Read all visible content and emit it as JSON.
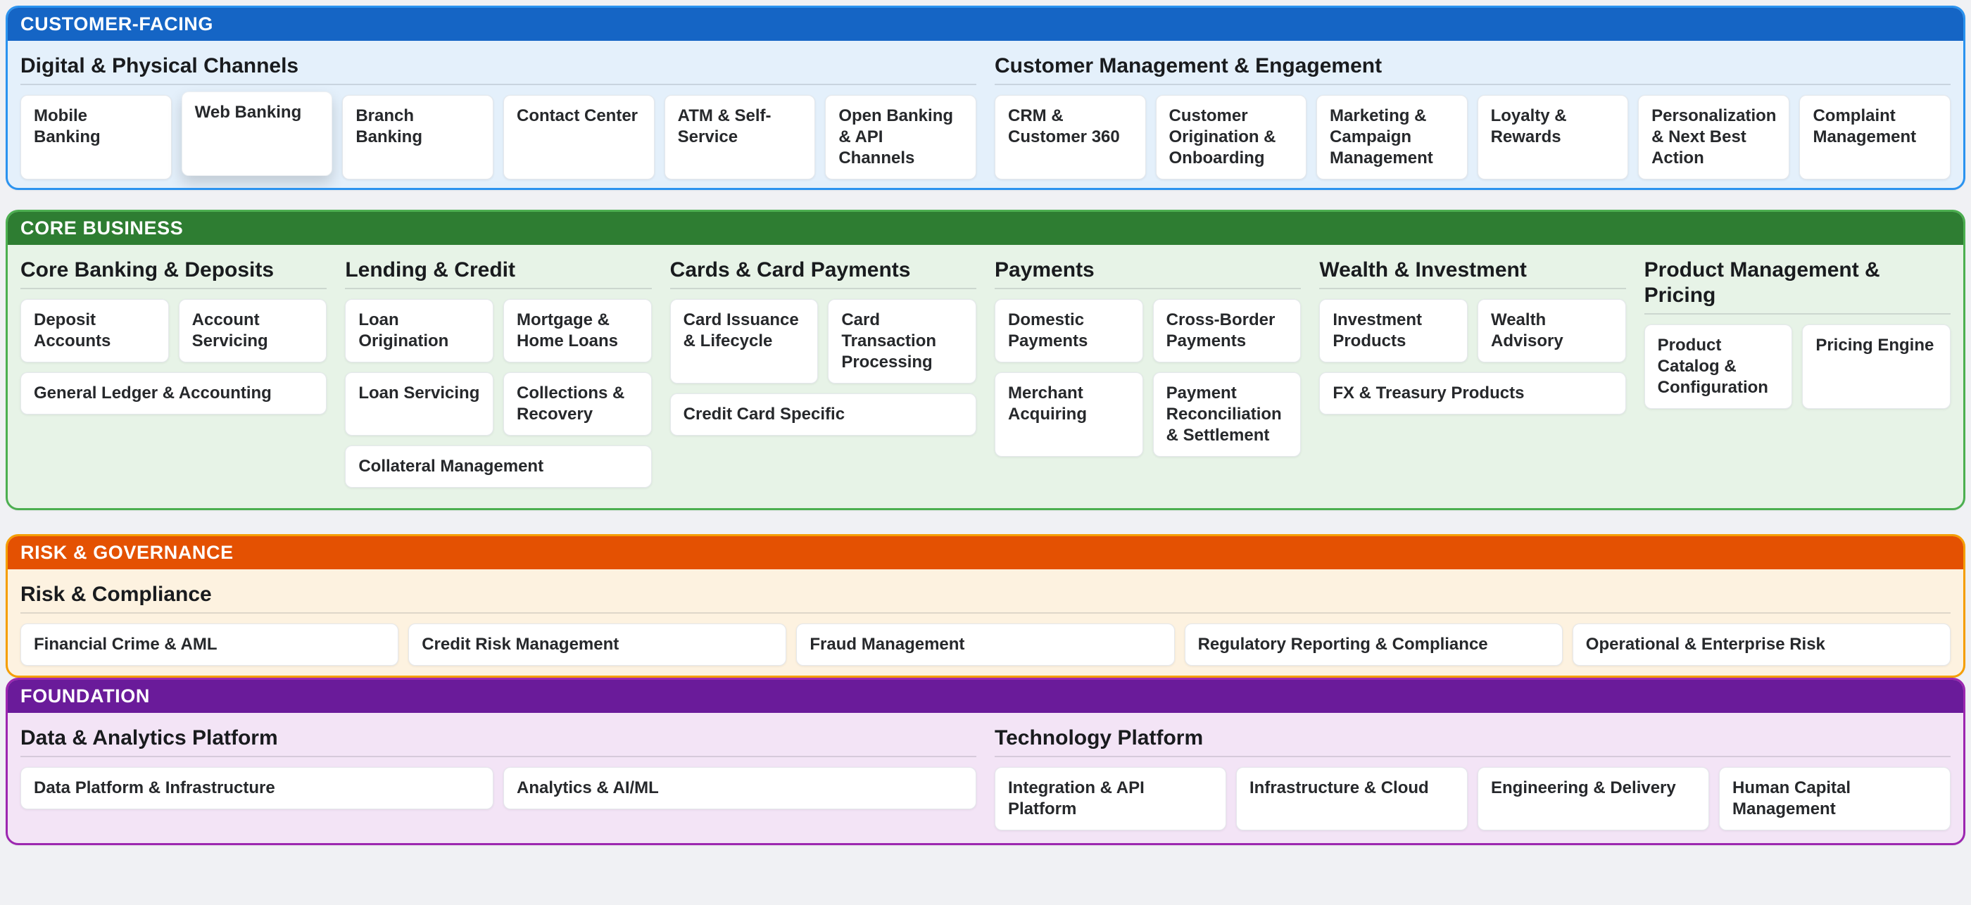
{
  "bands": [
    {
      "label": "CUSTOMER-FACING",
      "colors": {
        "header": "#1565c5",
        "border": "#2b93ef",
        "body": "#e4f0fb"
      },
      "sections": [
        {
          "title": "Digital & Physical Channels",
          "columns": 6,
          "cards": [
            {
              "label": "Mobile Banking"
            },
            {
              "label": "Web Banking",
              "hovered": true
            },
            {
              "label": "Branch Banking"
            },
            {
              "label": "Contact Center"
            },
            {
              "label": "ATM & Self-Service"
            },
            {
              "label": "Open Banking & API Channels"
            }
          ]
        },
        {
          "title": "Customer Management & Engagement",
          "columns": 6,
          "cards": [
            {
              "label": "CRM & Customer 360"
            },
            {
              "label": "Customer Origination & Onboarding"
            },
            {
              "label": "Marketing & Campaign Management"
            },
            {
              "label": "Loyalty & Rewards"
            },
            {
              "label": "Personalization & Next Best Action"
            },
            {
              "label": "Complaint Management"
            }
          ]
        }
      ]
    },
    {
      "label": "CORE BUSINESS",
      "colors": {
        "header": "#2e7d32",
        "border": "#4caf50",
        "body": "#e7f3e7"
      },
      "sections": [
        {
          "title": "Core Banking & Deposits",
          "columns": 2,
          "cards": [
            {
              "label": "Deposit Accounts"
            },
            {
              "label": "Account Servicing"
            },
            {
              "label": "General Ledger & Accounting",
              "span": 2
            }
          ]
        },
        {
          "title": "Lending & Credit",
          "columns": 2,
          "cards": [
            {
              "label": "Loan Origination"
            },
            {
              "label": "Mortgage & Home Loans"
            },
            {
              "label": "Loan Servicing"
            },
            {
              "label": "Collections & Recovery"
            },
            {
              "label": "Collateral Management",
              "span": 2
            }
          ]
        },
        {
          "title": "Cards & Card Payments",
          "columns": 2,
          "cards": [
            {
              "label": "Card Issuance & Lifecycle"
            },
            {
              "label": "Card Transaction Processing"
            },
            {
              "label": "Credit Card Specific",
              "span": 2
            }
          ]
        },
        {
          "title": "Payments",
          "columns": 2,
          "cards": [
            {
              "label": "Domestic Payments"
            },
            {
              "label": "Cross-Border Payments"
            },
            {
              "label": "Merchant Acquiring"
            },
            {
              "label": "Payment Reconciliation & Settlement"
            }
          ]
        },
        {
          "title": "Wealth & Investment",
          "columns": 2,
          "cards": [
            {
              "label": "Investment Products"
            },
            {
              "label": "Wealth Advisory"
            },
            {
              "label": "FX & Treasury Products",
              "span": 2
            }
          ]
        },
        {
          "title": "Product Management & Pricing",
          "columns": 2,
          "cards": [
            {
              "label": "Product Catalog & Configuration"
            },
            {
              "label": "Pricing Engine"
            }
          ]
        }
      ]
    },
    {
      "label": "RISK & GOVERNANCE",
      "colors": {
        "header": "#e45102",
        "border": "#f59e00",
        "body": "#fdf2e0"
      },
      "sections": [
        {
          "title": "Risk & Compliance",
          "columns": 5,
          "cards": [
            {
              "label": "Financial Crime & AML"
            },
            {
              "label": "Credit Risk Management"
            },
            {
              "label": "Fraud Management"
            },
            {
              "label": "Regulatory Reporting & Compliance"
            },
            {
              "label": "Operational & Enterprise Risk"
            }
          ]
        }
      ]
    },
    {
      "label": "FOUNDATION",
      "colors": {
        "header": "#6a1b9a",
        "border": "#9c27b0",
        "body": "#f3e4f6"
      },
      "sections": [
        {
          "title": "Data & Analytics Platform",
          "columns": 2,
          "cards": [
            {
              "label": "Data Platform & Infrastructure"
            },
            {
              "label": "Analytics & AI/ML"
            }
          ]
        },
        {
          "title": "Technology Platform",
          "columns": 4,
          "cards": [
            {
              "label": "Integration & API Platform"
            },
            {
              "label": "Infrastructure & Cloud"
            },
            {
              "label": "Engineering & Delivery"
            },
            {
              "label": "Human Capital Management"
            }
          ]
        }
      ]
    }
  ]
}
